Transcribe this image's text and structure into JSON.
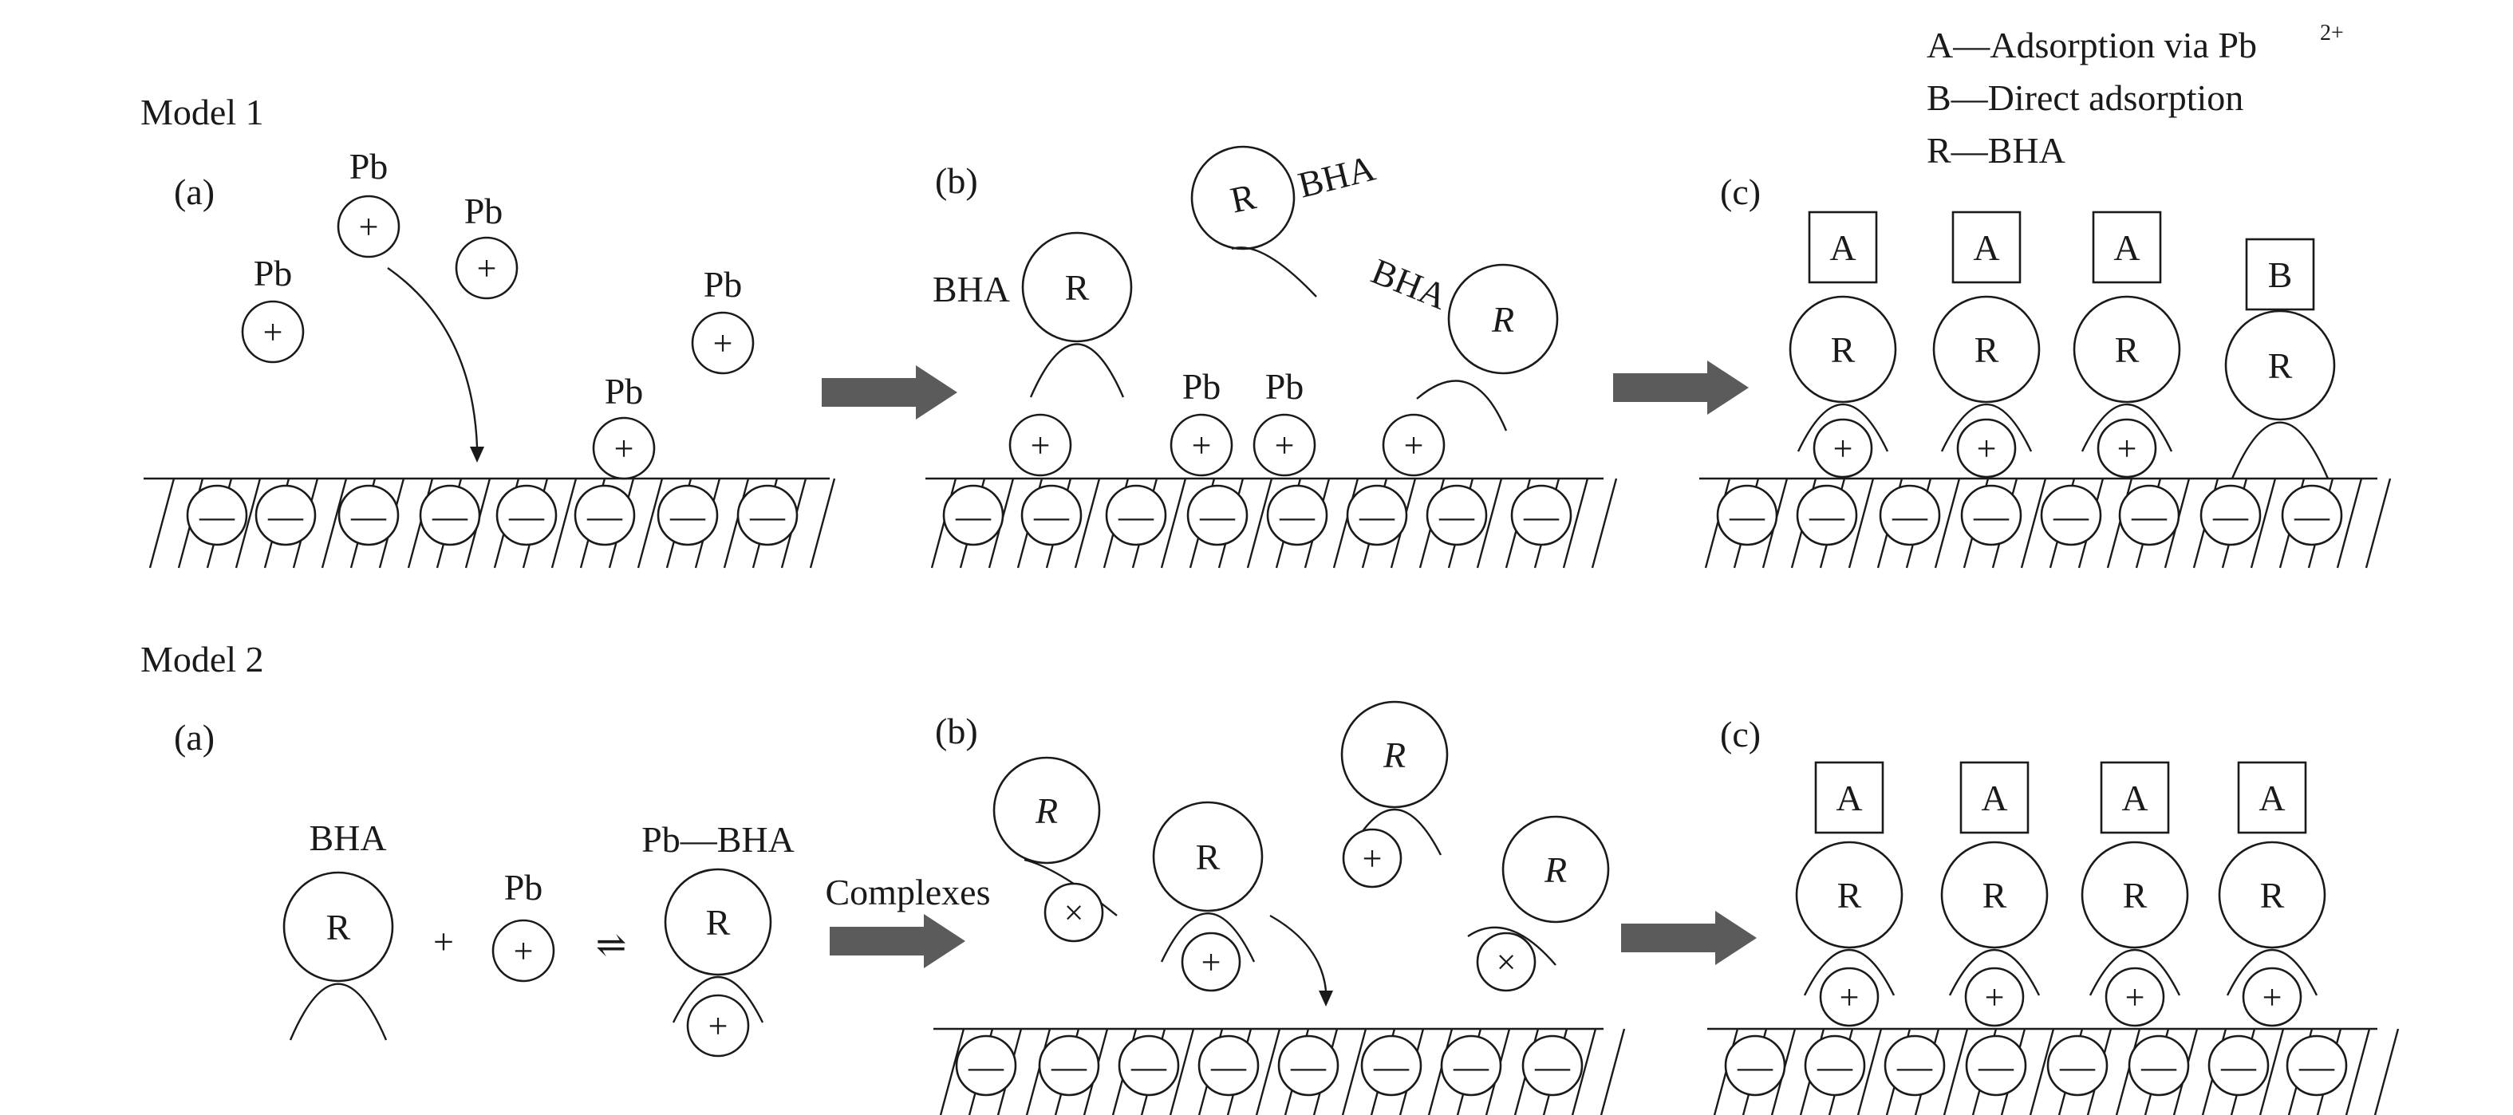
{
  "legend": {
    "a_line": "A—Adsorption via Pb",
    "a_sup": "2+",
    "b_line": "B—Direct adsorption",
    "r_line": "R—BHA"
  },
  "model1": {
    "title": "Model 1",
    "panel_a": "(a)",
    "panel_b": "(b)",
    "panel_c": "(c)"
  },
  "model2": {
    "title": "Model 2",
    "panel_a": "(a)",
    "panel_b": "(b)",
    "panel_c": "(c)",
    "complexes_label": "Complexes"
  },
  "labels": {
    "pb": "Pb",
    "bha": "BHA",
    "pb_bha": "Pb—BHA",
    "plus_sign": "+",
    "equilibrium": "⇌"
  },
  "symbols": {
    "r": "R",
    "a": "A",
    "b": "B",
    "plus": "+",
    "minus": "—",
    "times": "×"
  }
}
